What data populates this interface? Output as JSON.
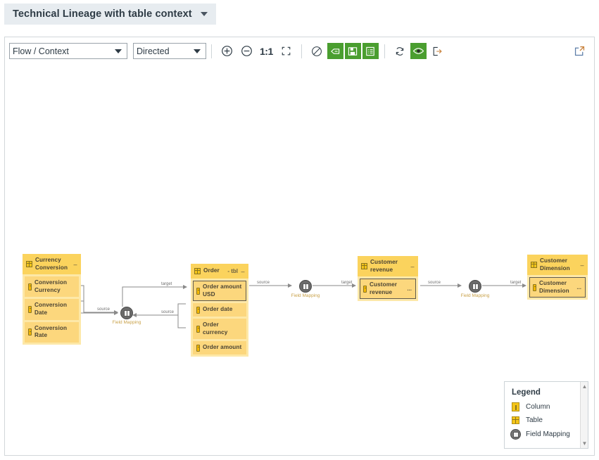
{
  "header": {
    "title": "Technical Lineage with table context",
    "caret_icon": "chevron-down-icon"
  },
  "toolbar": {
    "flow_context_value": "Flow / Context",
    "flow_context_options": [
      "Flow / Context"
    ],
    "direction_value": "Directed",
    "direction_options": [
      "Directed"
    ],
    "zoom_ratio_label": "1:1",
    "buttons": [
      {
        "name": "zoom-in-icon",
        "label": "Zoom in"
      },
      {
        "name": "zoom-out-icon",
        "label": "Zoom out"
      },
      {
        "name": "fit-screen-icon",
        "label": "Fit to screen"
      },
      {
        "name": "no-entry-icon",
        "label": "Disable"
      },
      {
        "name": "show-columns-icon",
        "label": "Show columns",
        "active": true
      },
      {
        "name": "show-tables-icon",
        "label": "Show tables",
        "active": true
      },
      {
        "name": "show-details-icon",
        "label": "Show details",
        "active": true
      },
      {
        "name": "refresh-icon",
        "label": "Refresh"
      },
      {
        "name": "eye-icon",
        "label": "Toggle visibility",
        "active": true
      },
      {
        "name": "export-icon",
        "label": "Export"
      },
      {
        "name": "open-external-icon",
        "label": "Open in new window"
      }
    ]
  },
  "graph": {
    "tables": [
      {
        "id": "currency-conversion",
        "name": "Currency\nConversion",
        "name_line1": "Currency",
        "name_line2": "Conversion",
        "suffix": "",
        "collapse_label": "–",
        "columns": [
          {
            "label_line1": "Conversion",
            "label_line2": "Currency",
            "selected": false,
            "ellipsis": ""
          },
          {
            "label_line1": "Conversion Date",
            "label_line2": "",
            "selected": false,
            "ellipsis": ""
          },
          {
            "label_line1": "Conversion Rate",
            "label_line2": "",
            "selected": false,
            "ellipsis": ""
          }
        ]
      },
      {
        "id": "order",
        "name": "Order",
        "name_line1": "Order",
        "name_line2": "",
        "suffix": "- tbl",
        "collapse_label": "–",
        "columns": [
          {
            "label_line1": "Order amount",
            "label_line2": "USD",
            "selected": true,
            "ellipsis": ""
          },
          {
            "label_line1": "Order date",
            "label_line2": "",
            "selected": false,
            "ellipsis": ""
          },
          {
            "label_line1": "Order currency",
            "label_line2": "",
            "selected": false,
            "ellipsis": ""
          },
          {
            "label_line1": "Order amount",
            "label_line2": "",
            "selected": false,
            "ellipsis": ""
          }
        ]
      },
      {
        "id": "customer-revenue",
        "name": "Customer revenue",
        "name_line1": "Customer",
        "name_line2": "revenue",
        "suffix": "",
        "collapse_label": "–",
        "columns": [
          {
            "label_line1": "Customer",
            "label_line2": "revenue",
            "selected": true,
            "ellipsis": "..."
          }
        ]
      },
      {
        "id": "customer-dimension",
        "name": "Customer Dimension",
        "name_line1": "Customer",
        "name_line2": "Dimension",
        "suffix": "",
        "collapse_label": "–",
        "columns": [
          {
            "label_line1": "Customer",
            "label_line2": "Dimension",
            "selected": true,
            "ellipsis": "..."
          }
        ]
      }
    ],
    "field_mappings": [
      {
        "id": "fm-1",
        "label": "Field Mapping"
      },
      {
        "id": "fm-2",
        "label": "Field Mapping"
      },
      {
        "id": "fm-3",
        "label": "Field Mapping"
      }
    ],
    "edge_labels": {
      "source": "source",
      "target": "target"
    },
    "edges": [
      {
        "from": "currency-conversion",
        "to": "fm-1",
        "label": "source"
      },
      {
        "from": "fm-1",
        "to": "order",
        "label": "target"
      },
      {
        "from": "order",
        "to": "fm-1",
        "label": "source"
      },
      {
        "from": "order",
        "to": "fm-2",
        "label": "source"
      },
      {
        "from": "fm-2",
        "to": "customer-revenue",
        "label": "target"
      },
      {
        "from": "customer-revenue",
        "to": "fm-3",
        "label": "source"
      },
      {
        "from": "fm-3",
        "to": "customer-dimension",
        "label": "target"
      }
    ]
  },
  "legend": {
    "title": "Legend",
    "items": [
      {
        "icon": "column-icon",
        "label": "Column"
      },
      {
        "icon": "table-icon",
        "label": "Table"
      },
      {
        "icon": "field-mapping-icon",
        "label": "Field Mapping"
      }
    ],
    "scroll_up_icon": "chevron-up-icon",
    "scroll_down_icon": "chevron-down-icon"
  },
  "colors": {
    "table_header": "#fbd35d",
    "table_body": "#fde8a8",
    "column_row": "#fcd77d",
    "accent_green": "#4a9e2f",
    "title_bar": "#e7ecf0",
    "edge": "#8a8a8a"
  }
}
